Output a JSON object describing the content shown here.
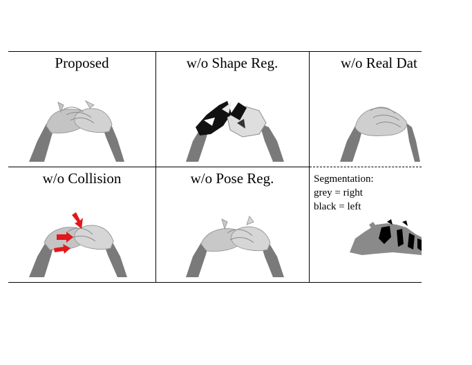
{
  "panels": [
    {
      "title": "Proposed"
    },
    {
      "title": "w/o Shape Reg."
    },
    {
      "title": "w/o Real Dat"
    },
    {
      "title": "w/o Collision"
    },
    {
      "title": "w/o Pose Reg."
    }
  ],
  "segmentation": {
    "heading": "Segmentation:",
    "legend_right": "grey = right",
    "legend_left": "black = left"
  },
  "colors": {
    "hand": "#bdbdbd",
    "arm": "#7a7a7a",
    "left_seg": "#000000",
    "right_seg": "#8a8a8a",
    "arrow": "#e0191b"
  }
}
